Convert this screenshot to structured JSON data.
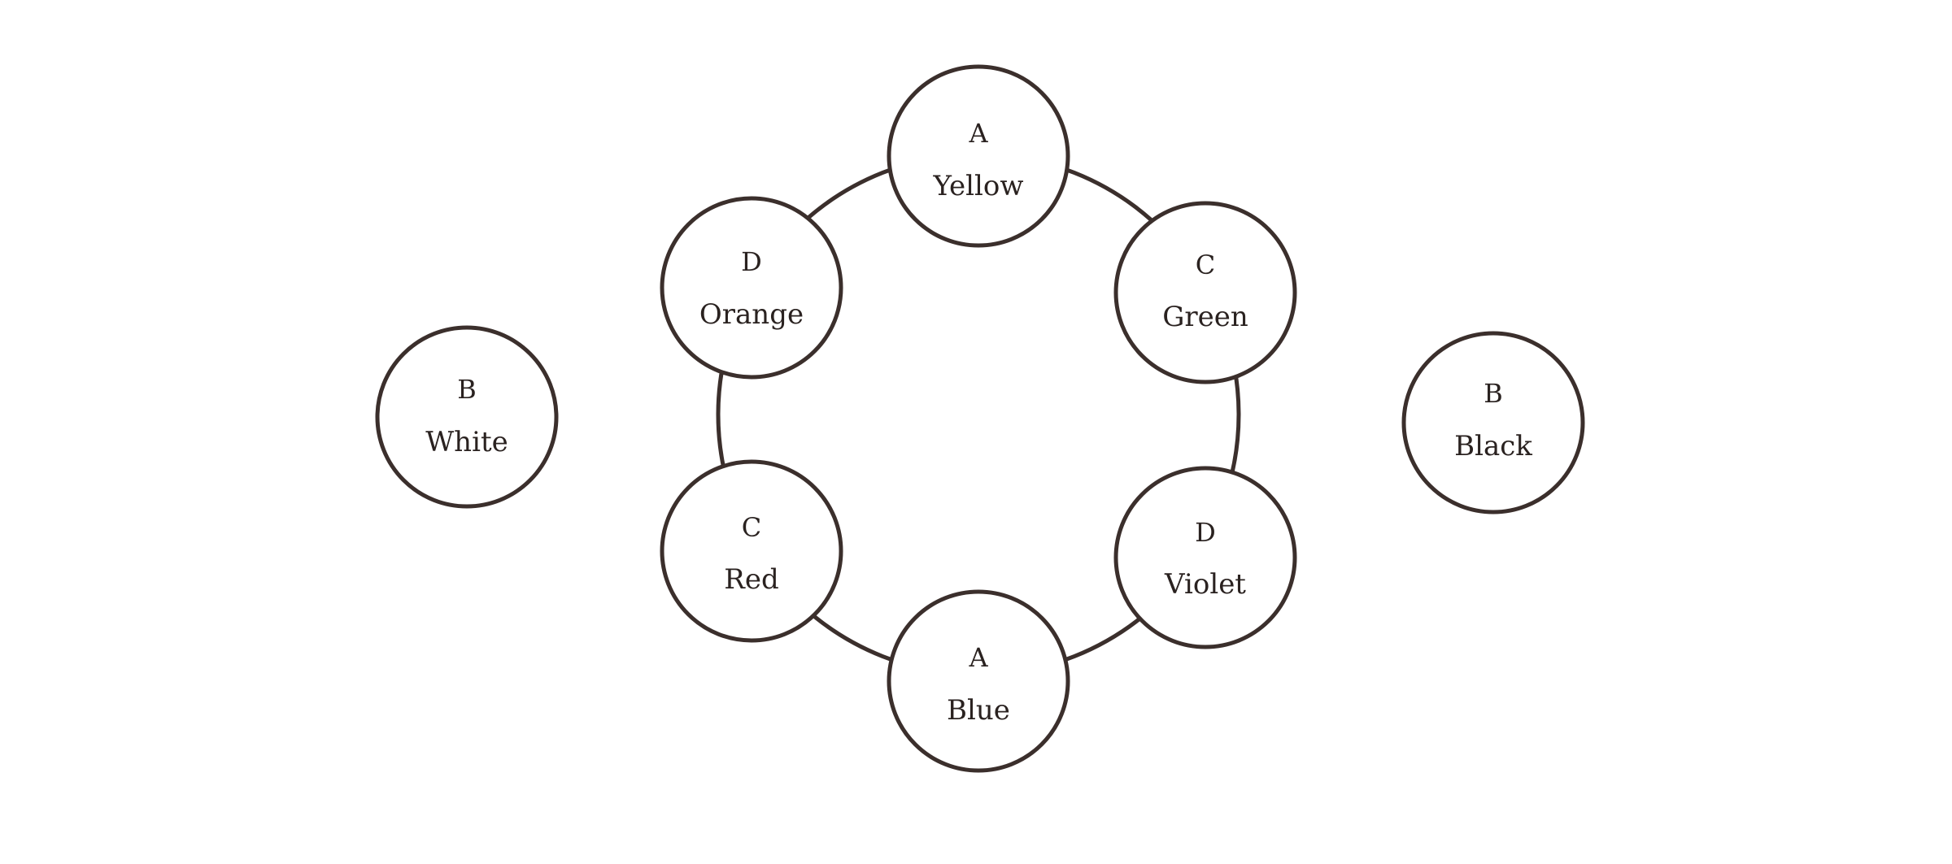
{
  "nodes": [
    {
      "id": "yellow",
      "letter": "A",
      "name": "Yellow"
    },
    {
      "id": "green",
      "letter": "C",
      "name": "Green"
    },
    {
      "id": "violet",
      "letter": "D",
      "name": "Violet"
    },
    {
      "id": "blue",
      "letter": "A",
      "name": "Blue"
    },
    {
      "id": "red",
      "letter": "C",
      "name": "Red"
    },
    {
      "id": "orange",
      "letter": "D",
      "name": "Orange"
    },
    {
      "id": "white",
      "letter": "B",
      "name": "White"
    },
    {
      "id": "black",
      "letter": "B",
      "name": "Black"
    }
  ],
  "colors": {
    "stroke": "#3b2f2c",
    "text": "#2a2220",
    "background": "#ffffff"
  }
}
